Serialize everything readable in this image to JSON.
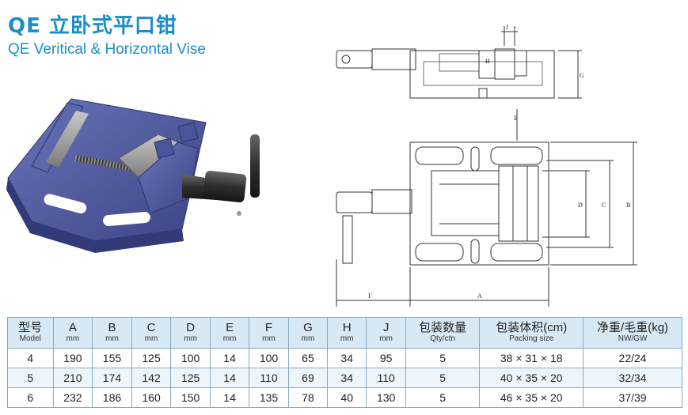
{
  "header": {
    "title_cn": "QE 立卧式平口钳",
    "title_en": "QE Veritical & Horizontal Vise"
  },
  "colors": {
    "title": "#1a8ec9",
    "vise_body": "#4a5598",
    "table_header": "#d6e9f5"
  },
  "drawing": {
    "labels": [
      "J",
      "H",
      "G",
      "E",
      "D",
      "C",
      "B",
      "F",
      "A"
    ]
  },
  "table": {
    "columns": [
      {
        "main": "型号",
        "sub": "Model"
      },
      {
        "main": "A",
        "sub": "mm"
      },
      {
        "main": "B",
        "sub": "mm"
      },
      {
        "main": "C",
        "sub": "mm"
      },
      {
        "main": "D",
        "sub": "mm"
      },
      {
        "main": "E",
        "sub": "mm"
      },
      {
        "main": "F",
        "sub": "mm"
      },
      {
        "main": "G",
        "sub": "mm"
      },
      {
        "main": "H",
        "sub": "mm"
      },
      {
        "main": "J",
        "sub": "mm"
      },
      {
        "main": "包装数量",
        "sub": "Qty/ctn"
      },
      {
        "main": "包装体积(cm)",
        "sub": "Packing size"
      },
      {
        "main": "净重/毛重(kg)",
        "sub": "NW/GW"
      }
    ],
    "rows": [
      [
        "4",
        "190",
        "155",
        "125",
        "100",
        "14",
        "100",
        "65",
        "34",
        "95",
        "5",
        "38 × 31 × 18",
        "22/24"
      ],
      [
        "5",
        "210",
        "174",
        "142",
        "125",
        "14",
        "110",
        "69",
        "34",
        "110",
        "5",
        "40 × 35 × 20",
        "32/34"
      ],
      [
        "6",
        "232",
        "186",
        "160",
        "150",
        "14",
        "135",
        "78",
        "40",
        "130",
        "5",
        "46 × 35 × 20",
        "37/39"
      ]
    ]
  }
}
